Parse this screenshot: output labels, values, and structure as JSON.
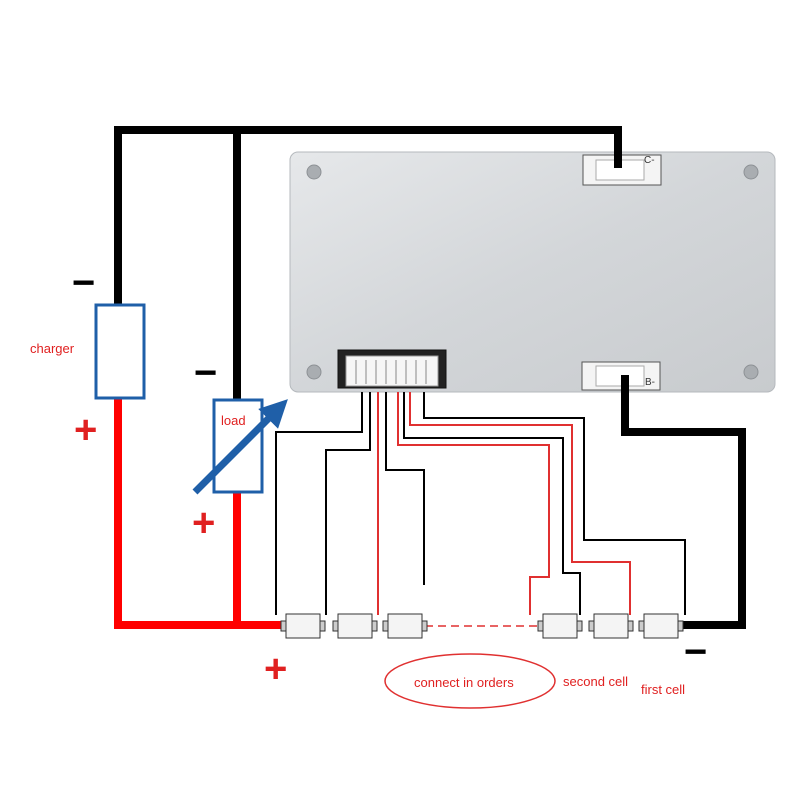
{
  "labels": {
    "charger": "charger",
    "load": "load",
    "connect_in_orders": "connect in orders",
    "second_cell": "second cell",
    "first_cell": "first cell",
    "c_minus": "C-",
    "b_minus": "B-",
    "minus_sign": "−",
    "plus_sign": "+"
  },
  "colors": {
    "negative_wire": "#000000",
    "positive_wire": "#ff0000",
    "balance_red": "#e03030",
    "component_outline": "#1f5fa8",
    "board_fill": "#d7dadd",
    "text_red": "#e02020"
  },
  "icons": {
    "load_arrow": "arrow-up-right-icon"
  }
}
